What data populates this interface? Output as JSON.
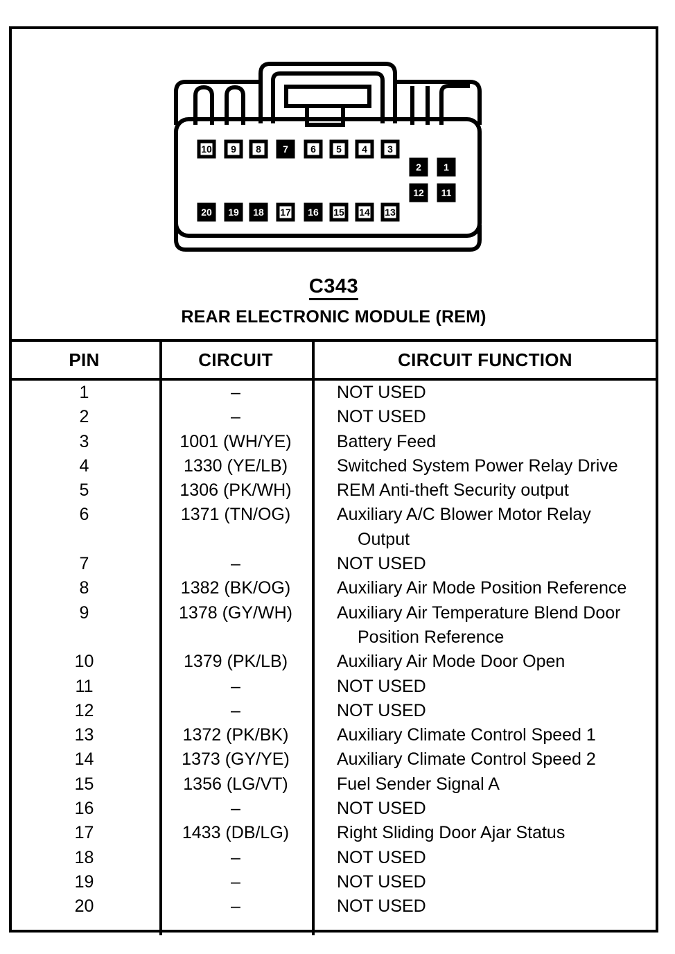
{
  "connector": {
    "id": "C343",
    "name": "REAR ELECTRONIC MODULE (REM)",
    "pin_layout": {
      "top_row": [
        10,
        9,
        8,
        7,
        6,
        5,
        4,
        3
      ],
      "right_upper": [
        2,
        1
      ],
      "right_lower": [
        12,
        11
      ],
      "bottom_row": [
        20,
        19,
        18,
        17,
        16,
        15,
        14,
        13
      ],
      "filled_pins": [
        1,
        2,
        7,
        11,
        12,
        16,
        18,
        19,
        20
      ],
      "fill_color": "#000000",
      "outline_color": "#000000",
      "background_color": "#ffffff"
    }
  },
  "table": {
    "headers": {
      "pin": "PIN",
      "circuit": "CIRCUIT",
      "function": "CIRCUIT FUNCTION"
    },
    "rows": [
      {
        "pin": "1",
        "circuit": "–",
        "function": "NOT USED",
        "cont": ""
      },
      {
        "pin": "2",
        "circuit": "–",
        "function": "NOT USED",
        "cont": ""
      },
      {
        "pin": "3",
        "circuit": "1001 (WH/YE)",
        "function": "Battery Feed",
        "cont": ""
      },
      {
        "pin": "4",
        "circuit": "1330 (YE/LB)",
        "function": "Switched System Power Relay Drive",
        "cont": ""
      },
      {
        "pin": "5",
        "circuit": "1306 (PK/WH)",
        "function": "REM Anti-theft Security output",
        "cont": ""
      },
      {
        "pin": "6",
        "circuit": "1371 (TN/OG)",
        "function": "Auxiliary A/C Blower Motor Relay",
        "cont": "Output"
      },
      {
        "pin": "7",
        "circuit": "–",
        "function": "NOT USED",
        "cont": ""
      },
      {
        "pin": "8",
        "circuit": "1382 (BK/OG)",
        "function": "Auxiliary Air Mode Position Reference",
        "cont": ""
      },
      {
        "pin": "9",
        "circuit": "1378 (GY/WH)",
        "function": "Auxiliary Air Temperature Blend Door",
        "cont": "Position Reference"
      },
      {
        "pin": "10",
        "circuit": "1379 (PK/LB)",
        "function": "Auxiliary Air Mode Door Open",
        "cont": ""
      },
      {
        "pin": "11",
        "circuit": "–",
        "function": "NOT USED",
        "cont": ""
      },
      {
        "pin": "12",
        "circuit": "–",
        "function": "NOT USED",
        "cont": ""
      },
      {
        "pin": "13",
        "circuit": "1372 (PK/BK)",
        "function": "Auxiliary Climate Control Speed 1",
        "cont": ""
      },
      {
        "pin": "14",
        "circuit": "1373 (GY/YE)",
        "function": "Auxiliary Climate Control Speed 2",
        "cont": ""
      },
      {
        "pin": "15",
        "circuit": "1356 (LG/VT)",
        "function": "Fuel Sender Signal A",
        "cont": ""
      },
      {
        "pin": "16",
        "circuit": "–",
        "function": "NOT USED",
        "cont": ""
      },
      {
        "pin": "17",
        "circuit": "1433 (DB/LG)",
        "function": "Right Sliding Door Ajar Status",
        "cont": ""
      },
      {
        "pin": "18",
        "circuit": "–",
        "function": "NOT USED",
        "cont": ""
      },
      {
        "pin": "19",
        "circuit": "–",
        "function": "NOT USED",
        "cont": ""
      },
      {
        "pin": "20",
        "circuit": "–",
        "function": "NOT USED",
        "cont": ""
      }
    ]
  }
}
